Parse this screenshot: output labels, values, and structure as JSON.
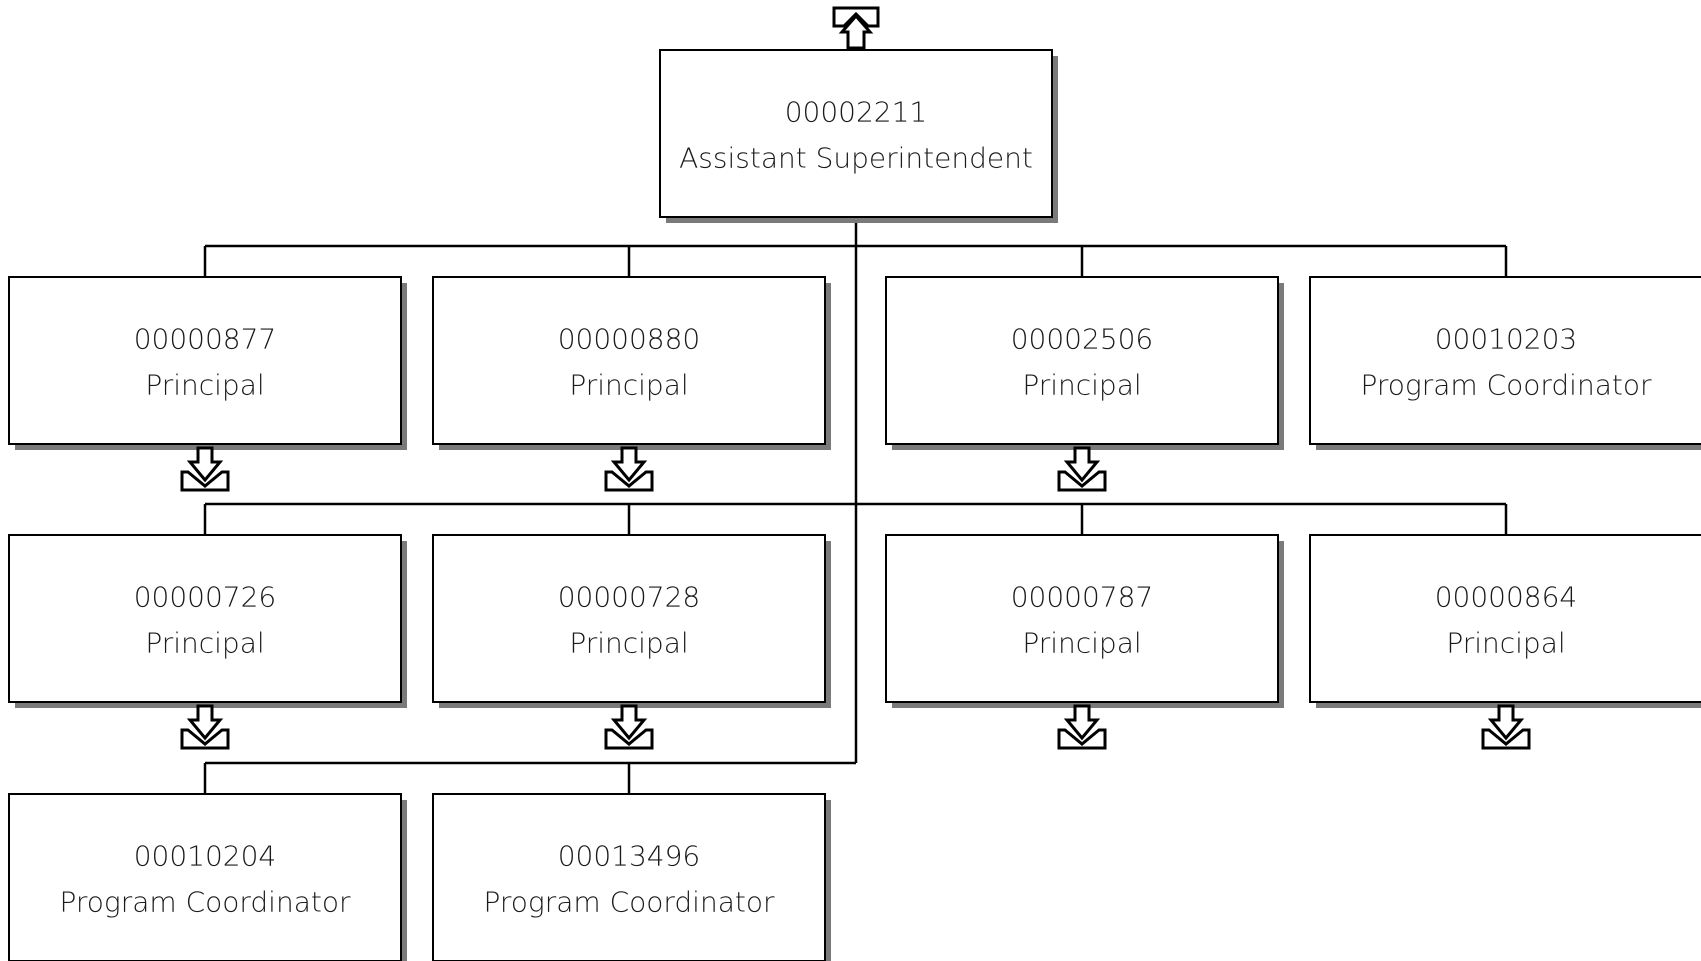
{
  "org_chart": {
    "root": {
      "id": "00002211",
      "title": "Assistant Superintendent",
      "has_parent_link": true,
      "children": [
        {
          "id": "00000877",
          "title": "Principal",
          "has_reports": true
        },
        {
          "id": "00000880",
          "title": "Principal",
          "has_reports": true
        },
        {
          "id": "00002506",
          "title": "Principal",
          "has_reports": true
        },
        {
          "id": "00010203",
          "title": "Program Coordinator",
          "has_reports": false
        },
        {
          "id": "00000726",
          "title": "Principal",
          "has_reports": true
        },
        {
          "id": "00000728",
          "title": "Principal",
          "has_reports": true
        },
        {
          "id": "00000787",
          "title": "Principal",
          "has_reports": true
        },
        {
          "id": "00000864",
          "title": "Principal",
          "has_reports": true
        },
        {
          "id": "00010204",
          "title": "Program Coordinator",
          "has_reports": false
        },
        {
          "id": "00013496",
          "title": "Program Coordinator",
          "has_reports": false
        }
      ]
    },
    "icons": {
      "parent_link": "up-arrow-icon",
      "reports_link": "down-arrow-icon"
    },
    "colors": {
      "box_border": "#000000",
      "box_shadow": "#7a7a7a",
      "box_fill": "#ffffff",
      "text": "#1a1a1a"
    }
  }
}
